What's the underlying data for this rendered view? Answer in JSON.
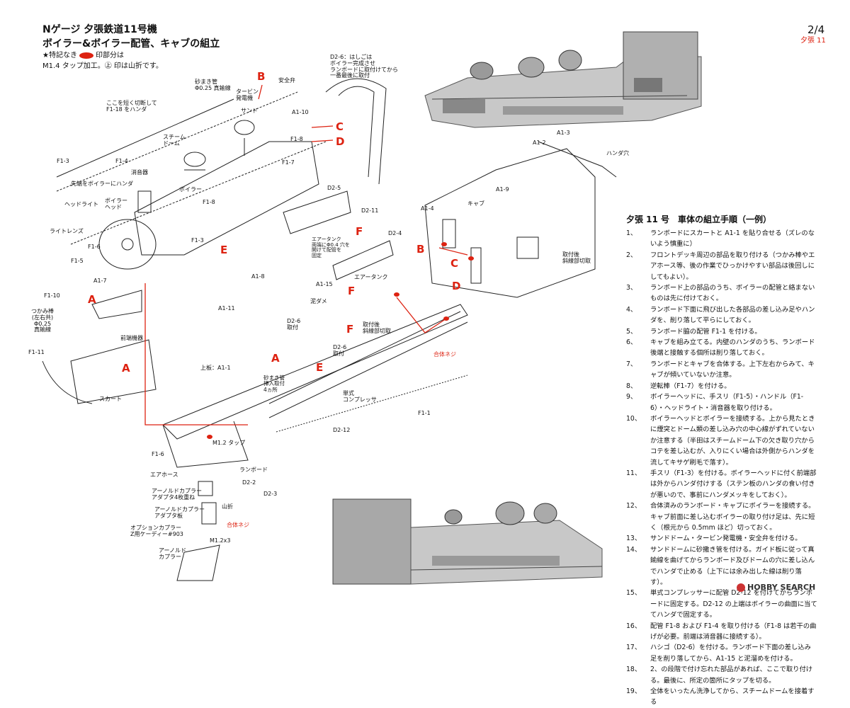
{
  "header": {
    "title": "Nゲージ 夕張鉄道11号機",
    "subtitle": "ボイラー&ボイラー配管、キャブの組立",
    "note1_pre": "★特記なき",
    "note1_post": "印部分は",
    "note2": "M1.4 タップ加工。㊤ 印は山折です。"
  },
  "page": {
    "number": "2/4",
    "name": "夕張 11"
  },
  "diagram_labels": {
    "d26_note": "D2-6：はしごは\nボイラー完成させ\nランボードに取付けてから\n一番最後に取付",
    "sand_pipe": "砂まき管\nΦ0.25 真鍮線",
    "turbine": "タービン\n発電機",
    "safety_valve": "安全弁",
    "sand": "サンド",
    "a110": "A1-10",
    "cut_note": "ここを短く切断して\nF1-18 をハンダ",
    "steam_dome": "スチーム\nドーム",
    "f18a": "F1-8",
    "f17": "F1-7",
    "f13a": "F1-3",
    "f14": "F1-4",
    "muffler": "消音器",
    "tip_note": "先端をボイラーにハンダ",
    "boiler": "ボイラー",
    "f18b": "F1-8",
    "headlight": "ヘッドライト",
    "boiler_head": "ボイラー\nヘッド",
    "light_lens": "ライトレンズ",
    "f16a": "F1-6",
    "f15": "F1-5",
    "f13b": "F1-3",
    "d25": "D2-5",
    "d211": "D2-11",
    "d24": "D2-4",
    "air_tank1": "エアータンク\n両端にΦ0.4 穴を\n開けて配管を\n固定",
    "air_tank2": "エアータンク",
    "a18": "A1-8",
    "a115": "A1-15",
    "mud": "泥ダメ",
    "step_note": "取付後\n斜線部切取",
    "a17": "A1-7",
    "f110": "F1-10",
    "grab": "つかみ棒\n(左右共)\nΦ0.25\n真鍮線",
    "f111": "F1-11",
    "front_device": "前端機器",
    "a111": "A1-11",
    "d26a": "D2-6\n取付",
    "d26b": "D2-6\n取付",
    "top_plate": "上板：A1-1",
    "sand_insert": "砂まき管\n挿入取付\n4ヵ所",
    "skirt": "スカート",
    "f16b": "F1-6",
    "m12": "M1.2 タップ",
    "runboard": "ランボード",
    "single_comp": "単式\nコンプレッサ",
    "d212": "D2-12",
    "f11": "F1-1",
    "joint_screw1": "合体ネジ",
    "joint_screw2": "合体ネジ",
    "air_hose": "エアホース",
    "arnold1": "アーノルドカプラー\nアダプタ4枚重ね",
    "arnold2": "アーノルドカプラー\nアダプタ板",
    "yamaori": "山折",
    "d22": "D2-2",
    "d23": "D2-3",
    "option": "オプションカプラー\nZ用ケーディー#903",
    "m12x3": "M1.2x3",
    "arnold3": "アーノルド\nカプラー",
    "a13": "A1-3",
    "a12": "A1-2",
    "solder_hole": "ハンダ穴",
    "a19": "A1-9",
    "a14": "A1-4",
    "cab": "キャブ",
    "cab_step": "取付後\n斜線部切取"
  },
  "markers": {
    "B1": "B",
    "C1": "C",
    "D1": "D",
    "E1": "E",
    "F1": "F",
    "A1": "A",
    "A2": "A",
    "F2": "F",
    "A3": "A",
    "E2": "E",
    "F3": "F",
    "B2": "B",
    "C2": "C",
    "D2": "D"
  },
  "instructions": {
    "title": "夕張 11 号　車体の組立手順（一例）",
    "items": [
      {
        "n": "1、",
        "t": "ランボードにスカートと A1-1 を貼り合せる（ズレのないよう慎重に）"
      },
      {
        "n": "2、",
        "t": "フロントデッキ周辺の部品を取り付ける（つかみ棒やエアホース等、後の作業でひっかけやすい部品は後回しにしてもよい）。"
      },
      {
        "n": "3、",
        "t": "ランボード上の部品のうち、ボイラーの配管と絡まないものは先に付けておく。"
      },
      {
        "n": "4、",
        "t": "ランボード下面に飛び出した各部品の差し込み足やハンダを、削り落して平らにしておく。"
      },
      {
        "n": "5、",
        "t": "ランボード脇の配管 F1-1 を付ける。"
      },
      {
        "n": "6、",
        "t": "キャブを組み立てる。内壁のハンダのうち、ランボード後端と接触する個所は削り落しておく。"
      },
      {
        "n": "7、",
        "t": "ランボードとキャブを合体する。上下左右からみて、キャブが傾いていないか注意。"
      },
      {
        "n": "8、",
        "t": "逆転棒（F1-7）を付ける。"
      },
      {
        "n": "9、",
        "t": "ボイラーヘッドに、手スリ（F1-5）・ハンドル（F1-6）・ヘッドライト・消音器を取り付ける。"
      },
      {
        "n": "10、",
        "t": "ボイラーヘッドとボイラーを接続する。上から見たときに煙突とドーム類の差し込み穴の中心線がずれていないか注意する（半田はスチームドーム下の欠き取り穴からコテを差し込むが、入りにくい場合は外側からハンダを流してキサゲ刷毛で落す）。"
      },
      {
        "n": "11、",
        "t": "手スリ（F1-3）を付ける。ボイラーヘッドに付く前端部は外からハンダ付けする（ステン板のハンダの食い付きが悪いので、事前にハンダメッキをしておく）。"
      },
      {
        "n": "12、",
        "t": "合体済みのランボード・キャブにボイラーを接続する。キャブ前面に差し込むボイラーの取り付け足は、先に短く（根元から 0.5mm ほど）切っておく。"
      },
      {
        "n": "13、",
        "t": "サンドドーム・タービン発電機・安全弁を付ける。"
      },
      {
        "n": "14、",
        "t": "サンドドームに砂撒き管を付ける。ガイド板に従って真鍮線を曲げてからランボード及びドームの穴に差し込んでハンダで止める（上下には余み出した線は削り落す）。"
      },
      {
        "n": "15、",
        "t": "単式コンプレッサーに配管 D2-12 を付けてからランボードに固定する。D2-12 の上端はボイラーの曲面に当ててハンダで固定する。"
      },
      {
        "n": "16、",
        "t": "配管 F1-8 および F1-4 を取り付ける（F1-8 は若干の曲げが必要。前端は消音器に接続する）。"
      },
      {
        "n": "17、",
        "t": "ハシゴ（D2-6）を付ける。ランボード下面の差し込み足を削り落してから、A1-15 と泥溜めを付ける。"
      },
      {
        "n": "18、",
        "t": "2、の段階で付け忘れた部品があれば、ここで取り付ける。最後に、所定の箇所にタップを切る。"
      },
      {
        "n": "19、",
        "t": "全体をいったん洗浄してから、スチームドームを接着する"
      }
    ]
  },
  "watermark": "HOBBY SEARCH"
}
